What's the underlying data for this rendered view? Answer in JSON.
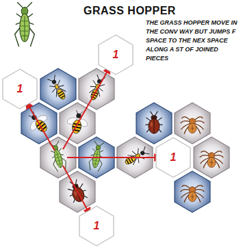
{
  "diagram": {
    "title": "GRASS HOPPER",
    "nodes": [
      {
        "text": [
          "1"
        ]
      },
      {
        "text": [
          "1"
        ]
      },
      {
        "text": [
          "1"
        ]
      },
      {
        "text": [
          "1"
        ]
      }
    ],
    "labels": [
      "THE GRASS HOPPER MOVE IN THE CONV WAY BUT JUMPS F SPACE TO THE NEX SPACE ALONG A ST OF JOINED PIECES"
    ]
  }
}
